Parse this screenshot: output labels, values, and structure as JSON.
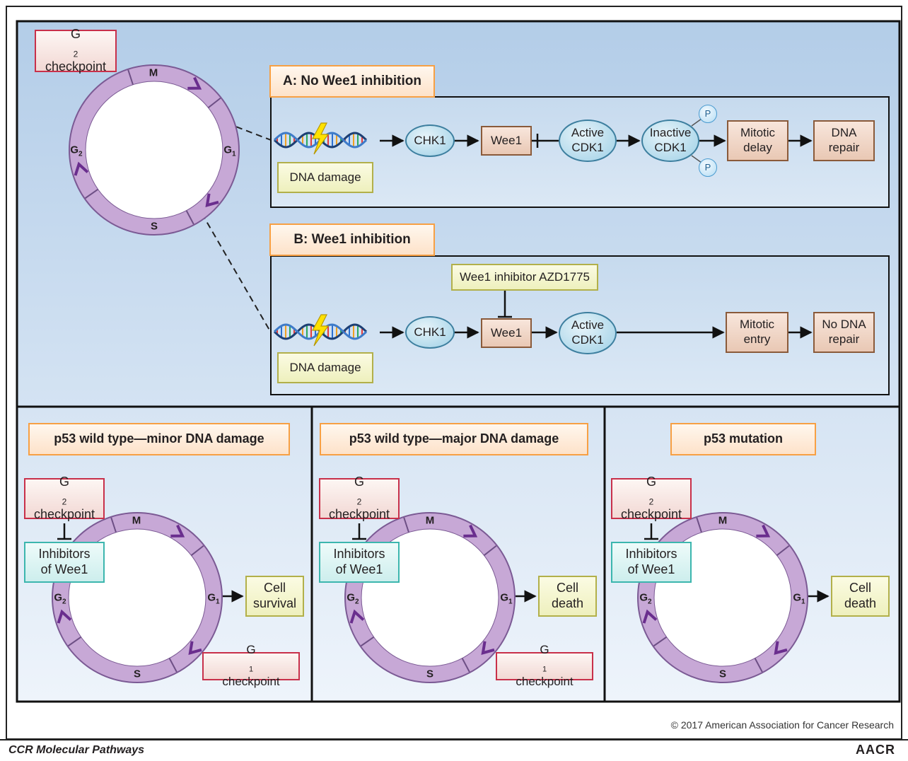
{
  "top": {
    "g2_checkpoint": [
      "G",
      "2",
      "checkpoint"
    ],
    "cycle_labels": {
      "m": "M",
      "g1": "G",
      "g1_sub": "1",
      "s": "S",
      "g2": "G",
      "g2_sub": "2"
    },
    "panel_a": {
      "title": "A: No Wee1 inhibition",
      "dna_damage": "DNA damage",
      "chk1": "CHK1",
      "wee1": "Wee1",
      "active_cdk1": [
        "Active",
        "CDK1"
      ],
      "inactive_cdk1": [
        "Inactive",
        "CDK1"
      ],
      "phospho": "P",
      "mitotic_delay": [
        "Mitotic",
        "delay"
      ],
      "dna_repair": [
        "DNA",
        "repair"
      ]
    },
    "panel_b": {
      "title": "B: Wee1 inhibition",
      "inhibitor": "Wee1 inhibitor AZD1775",
      "dna_damage": "DNA damage",
      "chk1": "CHK1",
      "wee1": "Wee1",
      "active_cdk1": [
        "Active",
        "CDK1"
      ],
      "mitotic_entry": [
        "Mitotic",
        "entry"
      ],
      "no_dna_repair": [
        "No DNA",
        "repair"
      ]
    }
  },
  "bottom": [
    {
      "title": "p53 wild type—minor DNA damage",
      "g2": [
        "G",
        "2",
        "checkpoint"
      ],
      "inhibitors": [
        "Inhibitors",
        "of Wee1"
      ],
      "outcome": [
        "Cell",
        "survival"
      ],
      "g1_checkpoint": [
        "G",
        "1",
        " checkpoint"
      ]
    },
    {
      "title": "p53 wild type—major DNA damage",
      "g2": [
        "G",
        "2",
        "checkpoint"
      ],
      "inhibitors": [
        "Inhibitors",
        "of Wee1"
      ],
      "outcome": [
        "Cell",
        "death"
      ],
      "g1_checkpoint": [
        "G",
        "1",
        " checkpoint"
      ]
    },
    {
      "title": "p53 mutation",
      "g2": [
        "G",
        "2",
        "checkpoint"
      ],
      "inhibitors": [
        "Inhibitors",
        "of Wee1"
      ],
      "outcome": [
        "Cell",
        "death"
      ]
    }
  ],
  "copyright": "© 2017 American Association for Cancer Research",
  "footer": {
    "left": "CCR Molecular Pathways",
    "right": "AACR"
  },
  "colors": {
    "panel_blue": "#b5cfe9",
    "cycle_purple": "#c7a8d6",
    "checkpoint_red": "#c8304a",
    "title_orange": "#f7a044"
  }
}
